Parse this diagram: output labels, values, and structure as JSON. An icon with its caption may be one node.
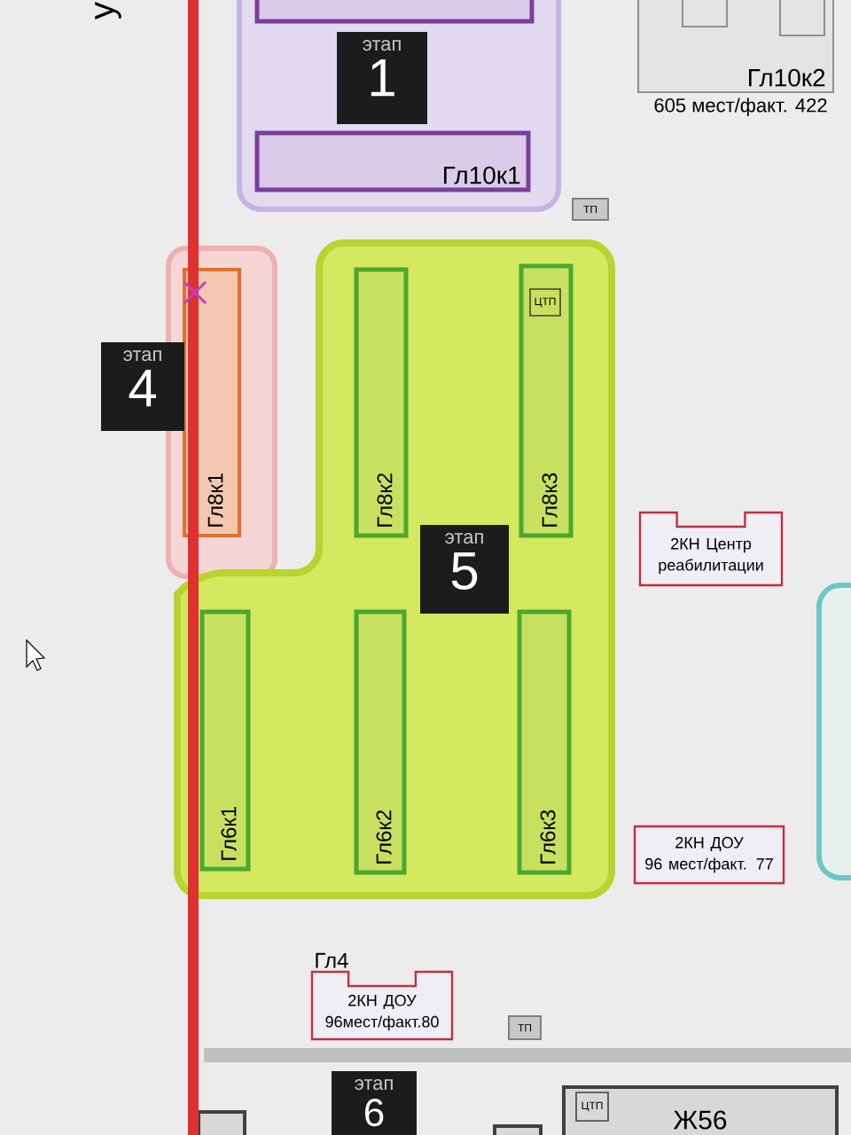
{
  "diagram": {
    "nodes": [
      {
        "text": [],
        "shape": "box"
      },
      {
        "text": [],
        "shape": "box",
        "in": 0
      },
      {
        "text": [
          "этап",
          "1"
        ],
        "in": 0
      },
      {
        "text": [
          "Гл10к1"
        ],
        "in": 0
      },
      {
        "text": [
          "Гл10к2"
        ],
        "beside": [
          "605 мест/факт. 422"
        ]
      },
      {
        "text": [
          "ТП"
        ]
      },
      {
        "text": [],
        "shape": "box"
      },
      {
        "text": [
          "Гл8к1"
        ],
        "in": 6
      },
      {
        "text": [
          "этап",
          "4"
        ]
      },
      {
        "text": [],
        "shape": "box"
      },
      {
        "text": [
          "Гл8к2"
        ],
        "in": 9
      },
      {
        "text": [
          "Гл8к3"
        ],
        "in": 9
      },
      {
        "text": [
          "ЦТП"
        ],
        "in": 11
      },
      {
        "text": [
          "этап",
          "5"
        ],
        "in": 9
      },
      {
        "text": [
          "Гл6к1"
        ],
        "in": 9
      },
      {
        "text": [
          "Гл6к2"
        ],
        "in": 9
      },
      {
        "text": [
          "Гл6к3"
        ],
        "in": 9
      },
      {
        "text": [
          "2КН Центр реабилитации"
        ]
      },
      {
        "text": [],
        "shape": "box"
      },
      {
        "text": [
          "2КН ДОУ",
          "96 мест/факт. 77"
        ]
      },
      {
        "text": [
          "Гл4",
          "2КН ДОУ",
          "96мест/факт.80"
        ]
      },
      {
        "text": [
          "ТП"
        ]
      },
      {
        "text": [
          "этап",
          "6"
        ]
      },
      {
        "text": [
          "Ж56"
        ]
      },
      {
        "text": [
          "ЦТП"
        ],
        "in": 23
      },
      {
        "text": [],
        "shape": "box"
      },
      {
        "text": [],
        "shape": "box"
      }
    ],
    "labels": [
      "у"
    ]
  }
}
